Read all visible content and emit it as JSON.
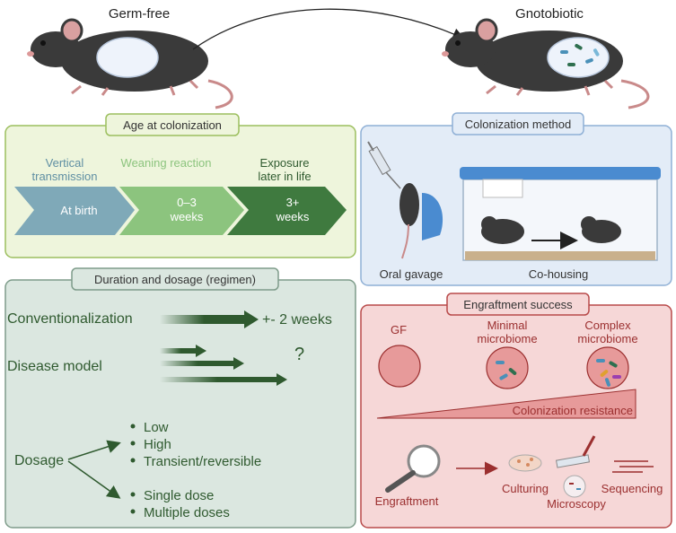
{
  "top": {
    "germ_free_label": "Germ-free",
    "gnotobiotic_label": "Gnotobiotic"
  },
  "age_panel": {
    "title": "Age at colonization",
    "stages": [
      {
        "header_lines": [
          "Vertical",
          "transmission"
        ],
        "body_lines": [
          "At birth"
        ]
      },
      {
        "header_lines": [
          "Weaning reaction"
        ],
        "body_lines": [
          "0–3",
          "weeks"
        ]
      },
      {
        "header_lines": [
          "Exposure",
          "later in life"
        ],
        "body_lines": [
          "3+",
          "weeks"
        ]
      }
    ],
    "colors": {
      "stage1": "#7fa9b8",
      "stage2": "#8cc47e",
      "stage3": "#3f7a3f"
    }
  },
  "method_panel": {
    "title": "Colonization method",
    "oral_gavage_label": "Oral gavage",
    "co_housing_label": "Co-housing"
  },
  "regimen_panel": {
    "title": "Duration and dosage (regimen)",
    "conventionalization_label": "Conventionalization",
    "conventionalization_duration": "+- 2 weeks",
    "disease_model_label": "Disease model",
    "disease_model_unknown": "?",
    "dosage_label": "Dosage",
    "dosage_options_a": [
      "Low",
      "High",
      "Transient/reversible"
    ],
    "dosage_options_b": [
      "Single dose",
      "Multiple doses"
    ]
  },
  "engraftment_panel": {
    "title": "Engraftment success",
    "circle_labels": {
      "gf": [
        "GF"
      ],
      "minimal": [
        "Minimal",
        "microbiome"
      ],
      "complex": [
        "Complex",
        "microbiome"
      ]
    },
    "resistance_label": "Colonization resistance",
    "engraftment_label": "Engraftment",
    "method_labels": {
      "culturing": "Culturing",
      "microscopy": "Microscopy",
      "sequencing": "Sequencing"
    }
  },
  "colors": {
    "age_bg": "#eef5dc",
    "age_border": "#9cbf5e",
    "method_bg": "#e3ecf7",
    "method_border": "#8fb0d6",
    "regimen_bg": "#dbe7e0",
    "regimen_border": "#7e9c8a",
    "engraft_bg": "#f6d7d7",
    "engraft_border": "#b84a4a",
    "dark_green": "#2f5a2f",
    "dark_red": "#9b2f2f"
  }
}
